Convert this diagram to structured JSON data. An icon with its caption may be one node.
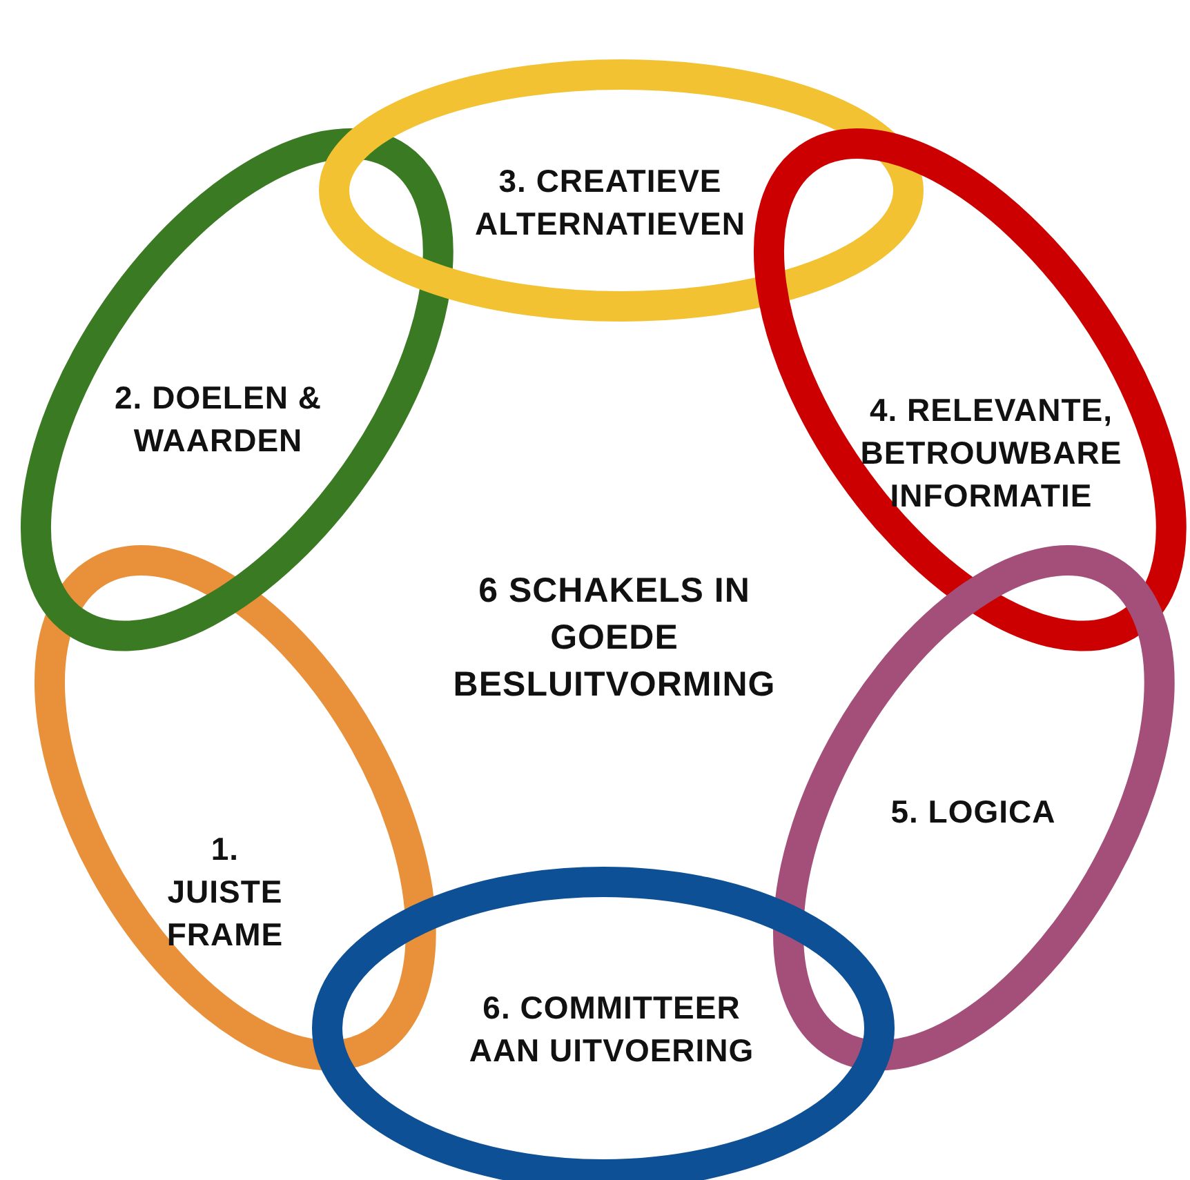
{
  "diagram": {
    "title": "6 SCHAKELS IN GOEDE BESLUITVORMING",
    "nodes": [
      {
        "text": [
          "1. JUISTE FRAME"
        ]
      },
      {
        "text": [
          "2. DOELEN & WAARDEN"
        ]
      },
      {
        "text": [
          "3. CREATIEVE ALTERNATIEVEN"
        ]
      },
      {
        "text": [
          "4. RELEVANTE, BETROUWBARE INFORMATIE"
        ]
      },
      {
        "text": [
          "5. LOGICA"
        ]
      },
      {
        "text": [
          "6. COMMITTEER AAN UITVOERING"
        ]
      }
    ]
  }
}
